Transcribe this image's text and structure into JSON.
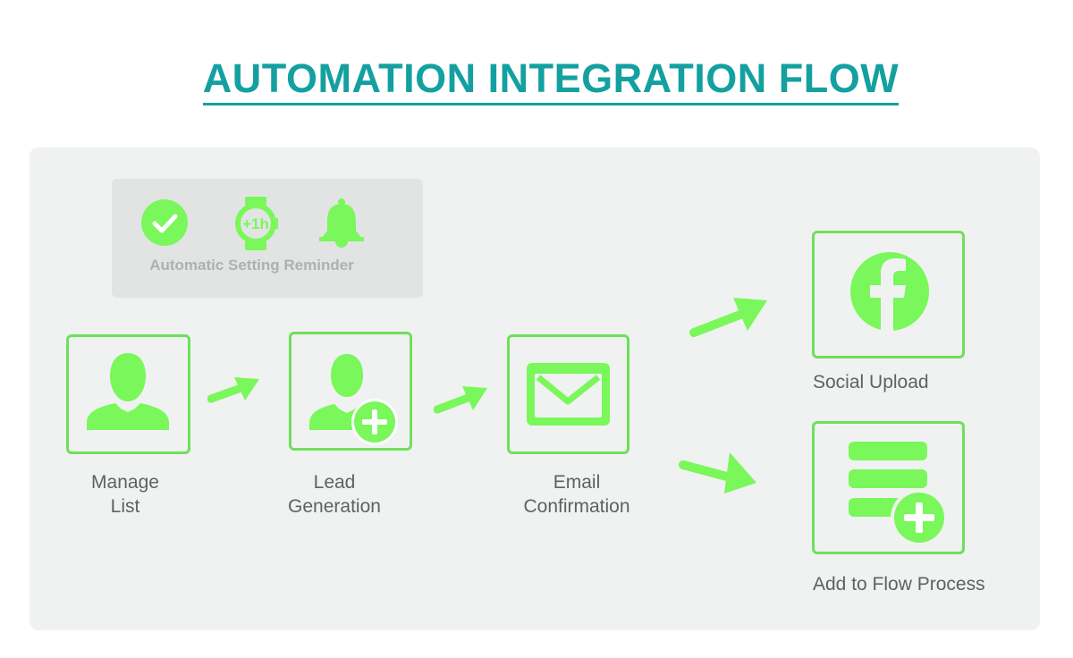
{
  "title": "AUTOMATION INTEGRATION FLOW",
  "colors": {
    "accent_teal": "#14a0a0",
    "icon_green": "#7af75a",
    "box_border_green": "#6ee05a",
    "panel_bg": "#eff2f1",
    "reminder_bg": "#e2e4e3",
    "text_gray": "#5d6360"
  },
  "reminder": {
    "label": "Automatic Setting Reminder",
    "icons": [
      "check-circle-icon",
      "watch-plus-1h-icon",
      "bell-icon"
    ],
    "watch_text": "+1h"
  },
  "steps": [
    {
      "id": "manage-list",
      "icon": "user-icon",
      "label": "Manage\nList"
    },
    {
      "id": "lead-generation",
      "icon": "user-add-icon",
      "label": "Lead\nGeneration"
    },
    {
      "id": "email-confirmation",
      "icon": "envelope-icon",
      "label": "Email\nConfirmation"
    },
    {
      "id": "social-upload",
      "icon": "facebook-icon",
      "label": "Social Upload"
    },
    {
      "id": "add-to-flow-process",
      "icon": "list-add-icon",
      "label": "Add to Flow Process"
    }
  ]
}
